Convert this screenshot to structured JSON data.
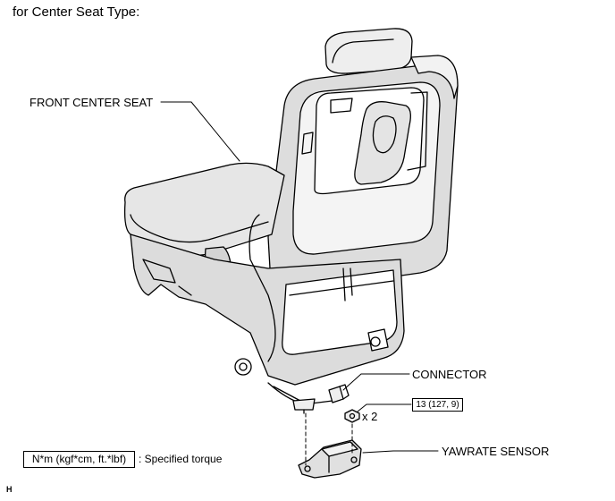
{
  "header": "for Center Seat Type:",
  "labels": {
    "seat": "FRONT CENTER SEAT",
    "connector": "CONNECTOR",
    "sensor": "YAWRATE SENSOR",
    "quantity": "x 2"
  },
  "torque_value": "13 (127, 9)",
  "legend": {
    "box": "N*m (kgf*cm, ft.*lbf)",
    "description": ": Specified torque"
  },
  "corner_code": "H"
}
